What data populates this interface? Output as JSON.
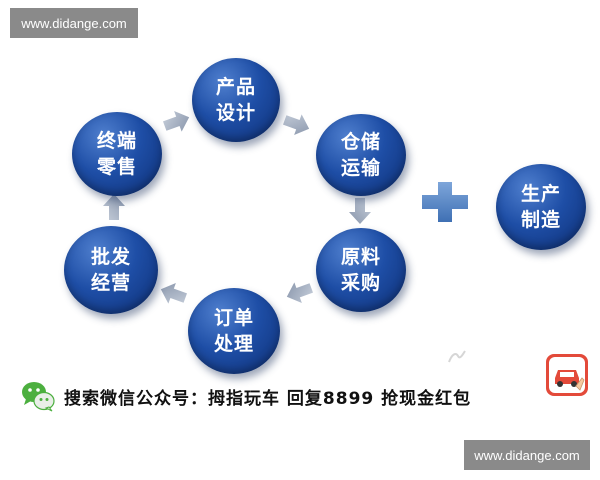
{
  "watermarks": {
    "top": "www.didange.com",
    "bottom": "www.didange.com"
  },
  "nodes": {
    "design": [
      "产品",
      "设计"
    ],
    "storage": [
      "仓储",
      "运输"
    ],
    "purchase": [
      "原料",
      "采购"
    ],
    "order": [
      "订单",
      "处理"
    ],
    "wholesale": [
      "批发",
      "经营"
    ],
    "retail": [
      "终端",
      "零售"
    ],
    "manufacture": [
      "生产",
      "制造"
    ]
  },
  "promo": {
    "text": "搜索微信公众号：拇指玩车 回复8899 抢现金红包"
  },
  "icons": {
    "wechat": "wechat-icon",
    "car_app": "car-app-icon",
    "plus": "plus-icon",
    "arrow": "arrow-icon"
  },
  "colors": {
    "node_blue": "#1e4ea6",
    "arrow_gray": "#9aa6b8",
    "plus_blue": "#5a8ac6",
    "watermark_bg": "#8a8a8a",
    "app_red": "#e34a3a"
  }
}
